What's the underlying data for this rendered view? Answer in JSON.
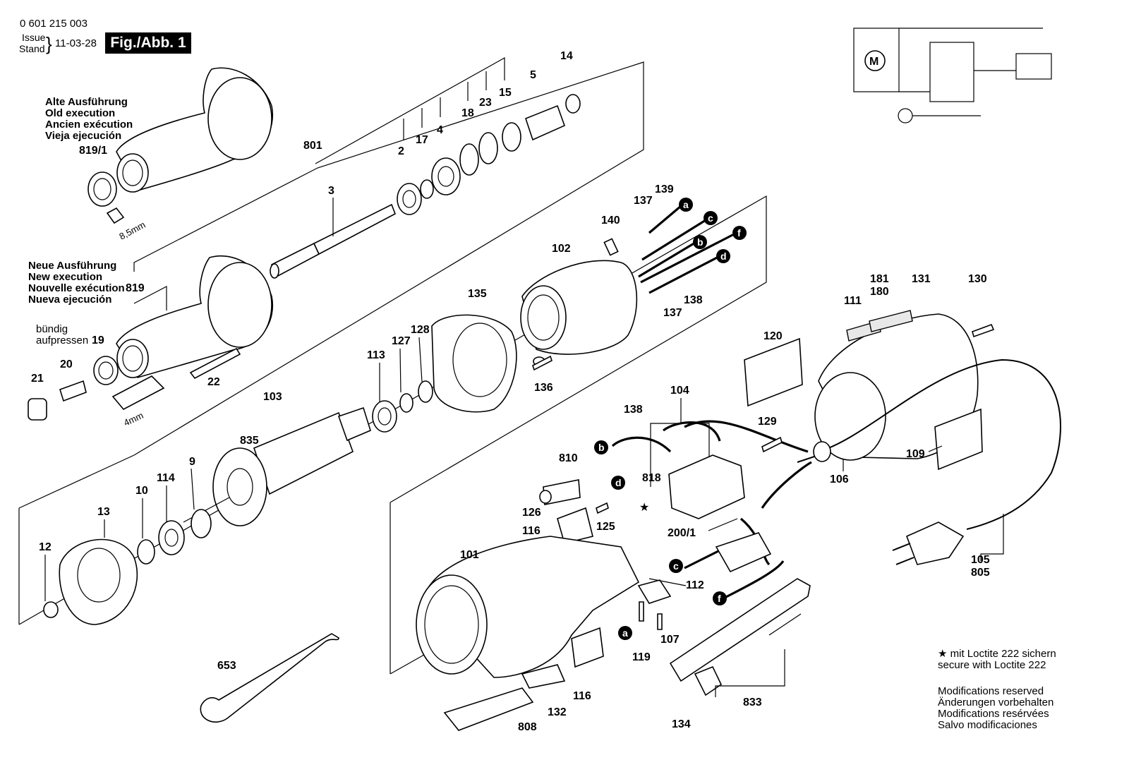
{
  "header": {
    "doc_number": "0 601 215 003",
    "issue_label": "Issue",
    "stand_label": "Stand",
    "issue_date": "11-03-28",
    "fig_label": "Fig./Abb. 1"
  },
  "old_execution_block": [
    "Alte Ausführung",
    "Old execution",
    "Ancien exécution",
    "Vieja ejecución"
  ],
  "old_part_number": "819/1",
  "new_execution_block": [
    "Neue Ausführung",
    "New execution",
    "Nouvelle exécution",
    "Nueva ejecución"
  ],
  "new_part_number": "819",
  "press_flush_note": [
    "bündig",
    "aufpressen"
  ],
  "dimension_old": "8,5mm",
  "dimension_new": "4mm",
  "part_labels": {
    "p801": "801",
    "p3": "3",
    "p2": "2",
    "p17": "17",
    "p4": "4",
    "p18": "18",
    "p23": "23",
    "p15": "15",
    "p5": "5",
    "p14": "14",
    "p19": "19",
    "p22": "22",
    "p21": "21",
    "p20": "20",
    "p140": "140",
    "p137a": "137",
    "p139": "139",
    "p102": "102",
    "p137b": "137",
    "p138a": "138",
    "p135": "135",
    "p136": "136",
    "p128": "128",
    "p127": "127",
    "p113": "113",
    "p103": "103",
    "p835": "835",
    "p9": "9",
    "p114": "114",
    "p10": "10",
    "p13": "13",
    "p12": "12",
    "p181": "181",
    "p180": "180",
    "p131": "131",
    "p130": "130",
    "p111": "111",
    "p120": "120",
    "p104": "104",
    "p138b": "138",
    "p129": "129",
    "p810": "810",
    "p818": "818",
    "p126": "126",
    "p125": "125",
    "p116a": "116",
    "p200_1": "200/1",
    "p106": "106",
    "p109": "109",
    "p101": "101",
    "p112": "112",
    "p119": "119",
    "p107": "107",
    "p116b": "116",
    "p653": "653",
    "p808": "808",
    "p132": "132",
    "p134": "134",
    "p833": "833",
    "p105": "105",
    "p805": "805"
  },
  "connectors": {
    "a1": "a",
    "c1": "c",
    "b1": "b",
    "f1": "f",
    "d1": "d",
    "b2": "b",
    "d2": "d",
    "c2": "c",
    "f2": "f",
    "a2": "a"
  },
  "schematic": {
    "motor_symbol": "M"
  },
  "star_symbol": "★",
  "loctite_note": [
    "mit Loctite 222 sichern",
    "secure with Loctite 222"
  ],
  "modifications_note": [
    "Modifications reserved",
    "Änderungen vorbehalten",
    "Modifications resérvées",
    "Salvo modificaciones"
  ]
}
